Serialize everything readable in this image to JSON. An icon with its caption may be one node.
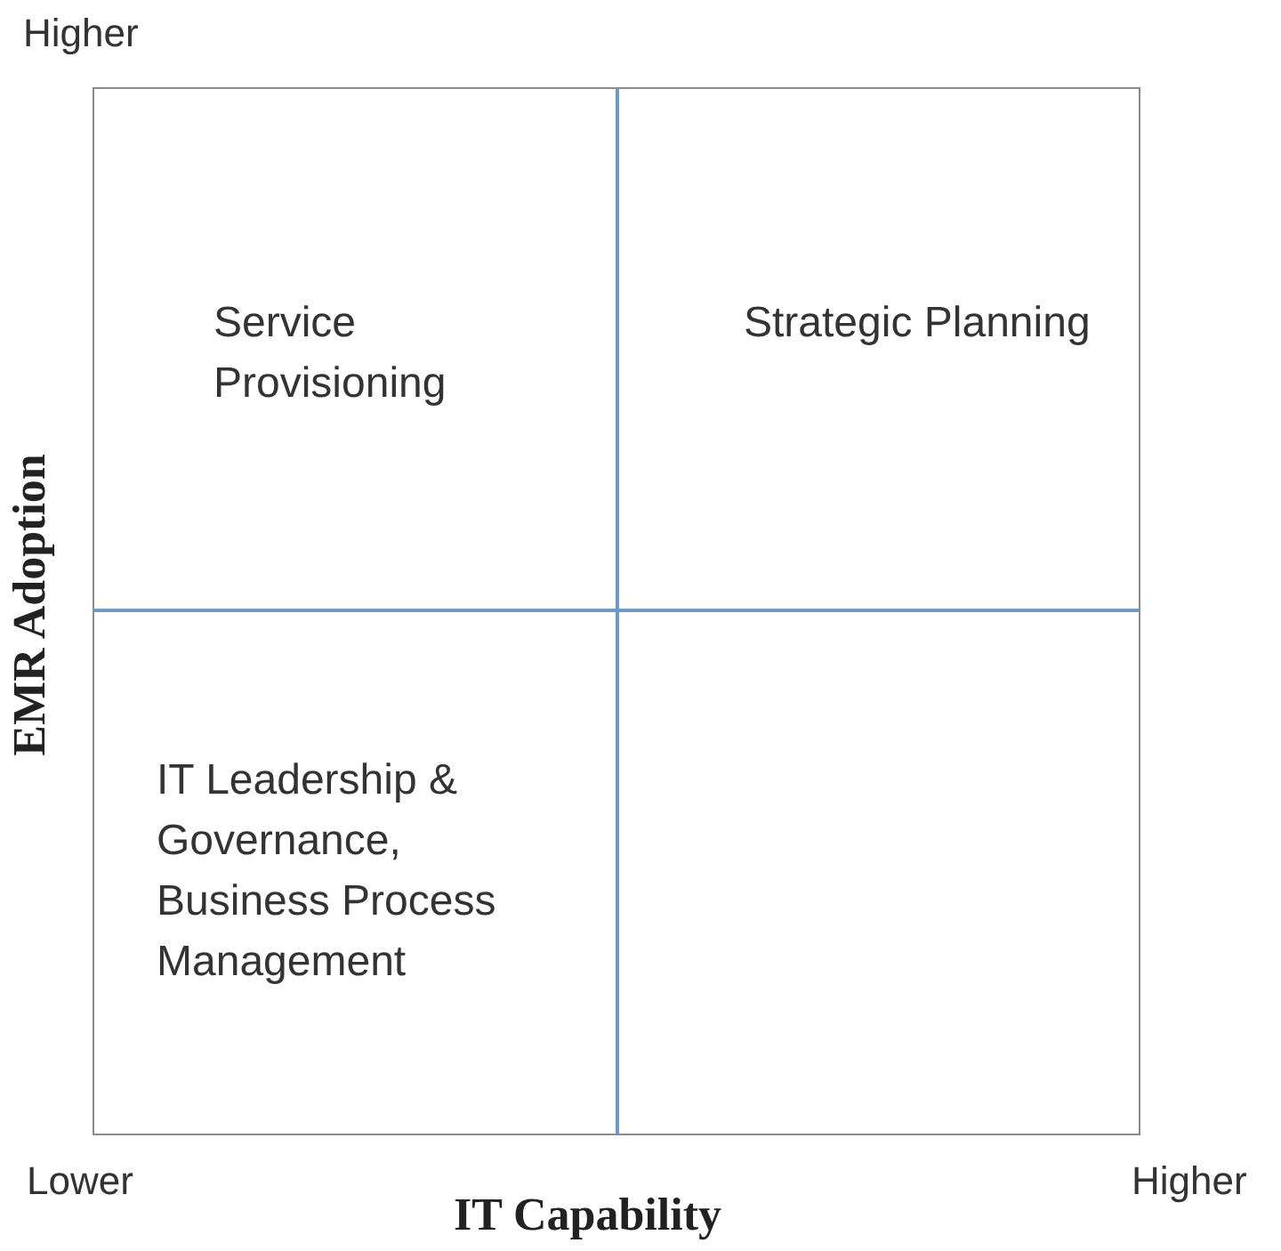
{
  "diagram": {
    "nodes": [
      {
        "text": [
          "Service Provisioning"
        ]
      },
      {
        "text": [
          "Strategic Planning"
        ]
      },
      {
        "text": [
          "IT Leadership & Governance, Business Process Management"
        ]
      },
      {
        "text": [],
        "shape": "box"
      }
    ],
    "labels": [
      "Higher",
      "EMR Adoption",
      "Lower",
      "IT Capability",
      "Higher"
    ]
  }
}
